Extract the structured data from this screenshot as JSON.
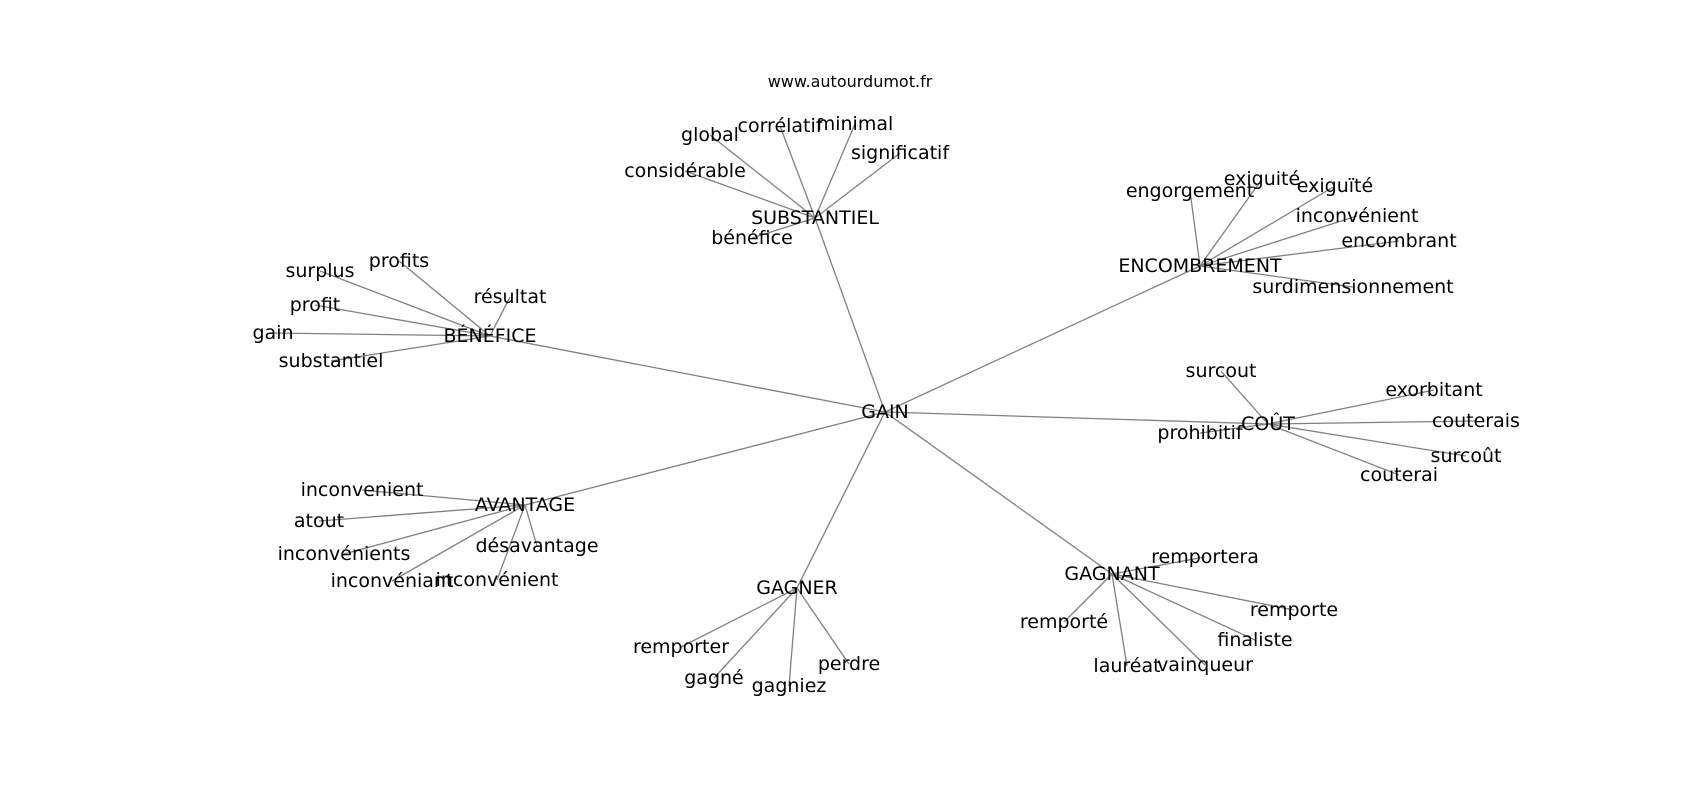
{
  "watermark": "www.autourdumot.fr",
  "colors": {
    "edge": "#808080",
    "text": "#000000",
    "background": "#ffffff"
  },
  "graph": {
    "center": "GAIN",
    "hubs": [
      {
        "label": "SUBSTANTIEL",
        "leaves": [
          "global",
          "corrélatif",
          "minimal",
          "significatif",
          "considérable",
          "bénéfice"
        ]
      },
      {
        "label": "ENCOMBREMENT",
        "leaves": [
          "engorgement",
          "exiguité",
          "exiguïté",
          "inconvénient",
          "encombrant",
          "surdimensionnement"
        ]
      },
      {
        "label": "BÉNÉFICE",
        "leaves": [
          "surplus",
          "profits",
          "résultat",
          "profit",
          "gain",
          "substantiel"
        ]
      },
      {
        "label": "COÛT",
        "leaves": [
          "surcout",
          "exorbitant",
          "couterais",
          "prohibitif",
          "surcoût",
          "couterai"
        ]
      },
      {
        "label": "AVANTAGE",
        "leaves": [
          "inconvenient",
          "atout",
          "inconvénients",
          "désavantage",
          "inconvéniant",
          "inconvénient"
        ]
      },
      {
        "label": "GAGNER",
        "leaves": [
          "remporter",
          "gagné",
          "gagniez",
          "perdre"
        ]
      },
      {
        "label": "GAGNANT",
        "leaves": [
          "remportera",
          "remporté",
          "remporte",
          "finaliste",
          "lauréat",
          "vainqueur"
        ]
      }
    ]
  }
}
